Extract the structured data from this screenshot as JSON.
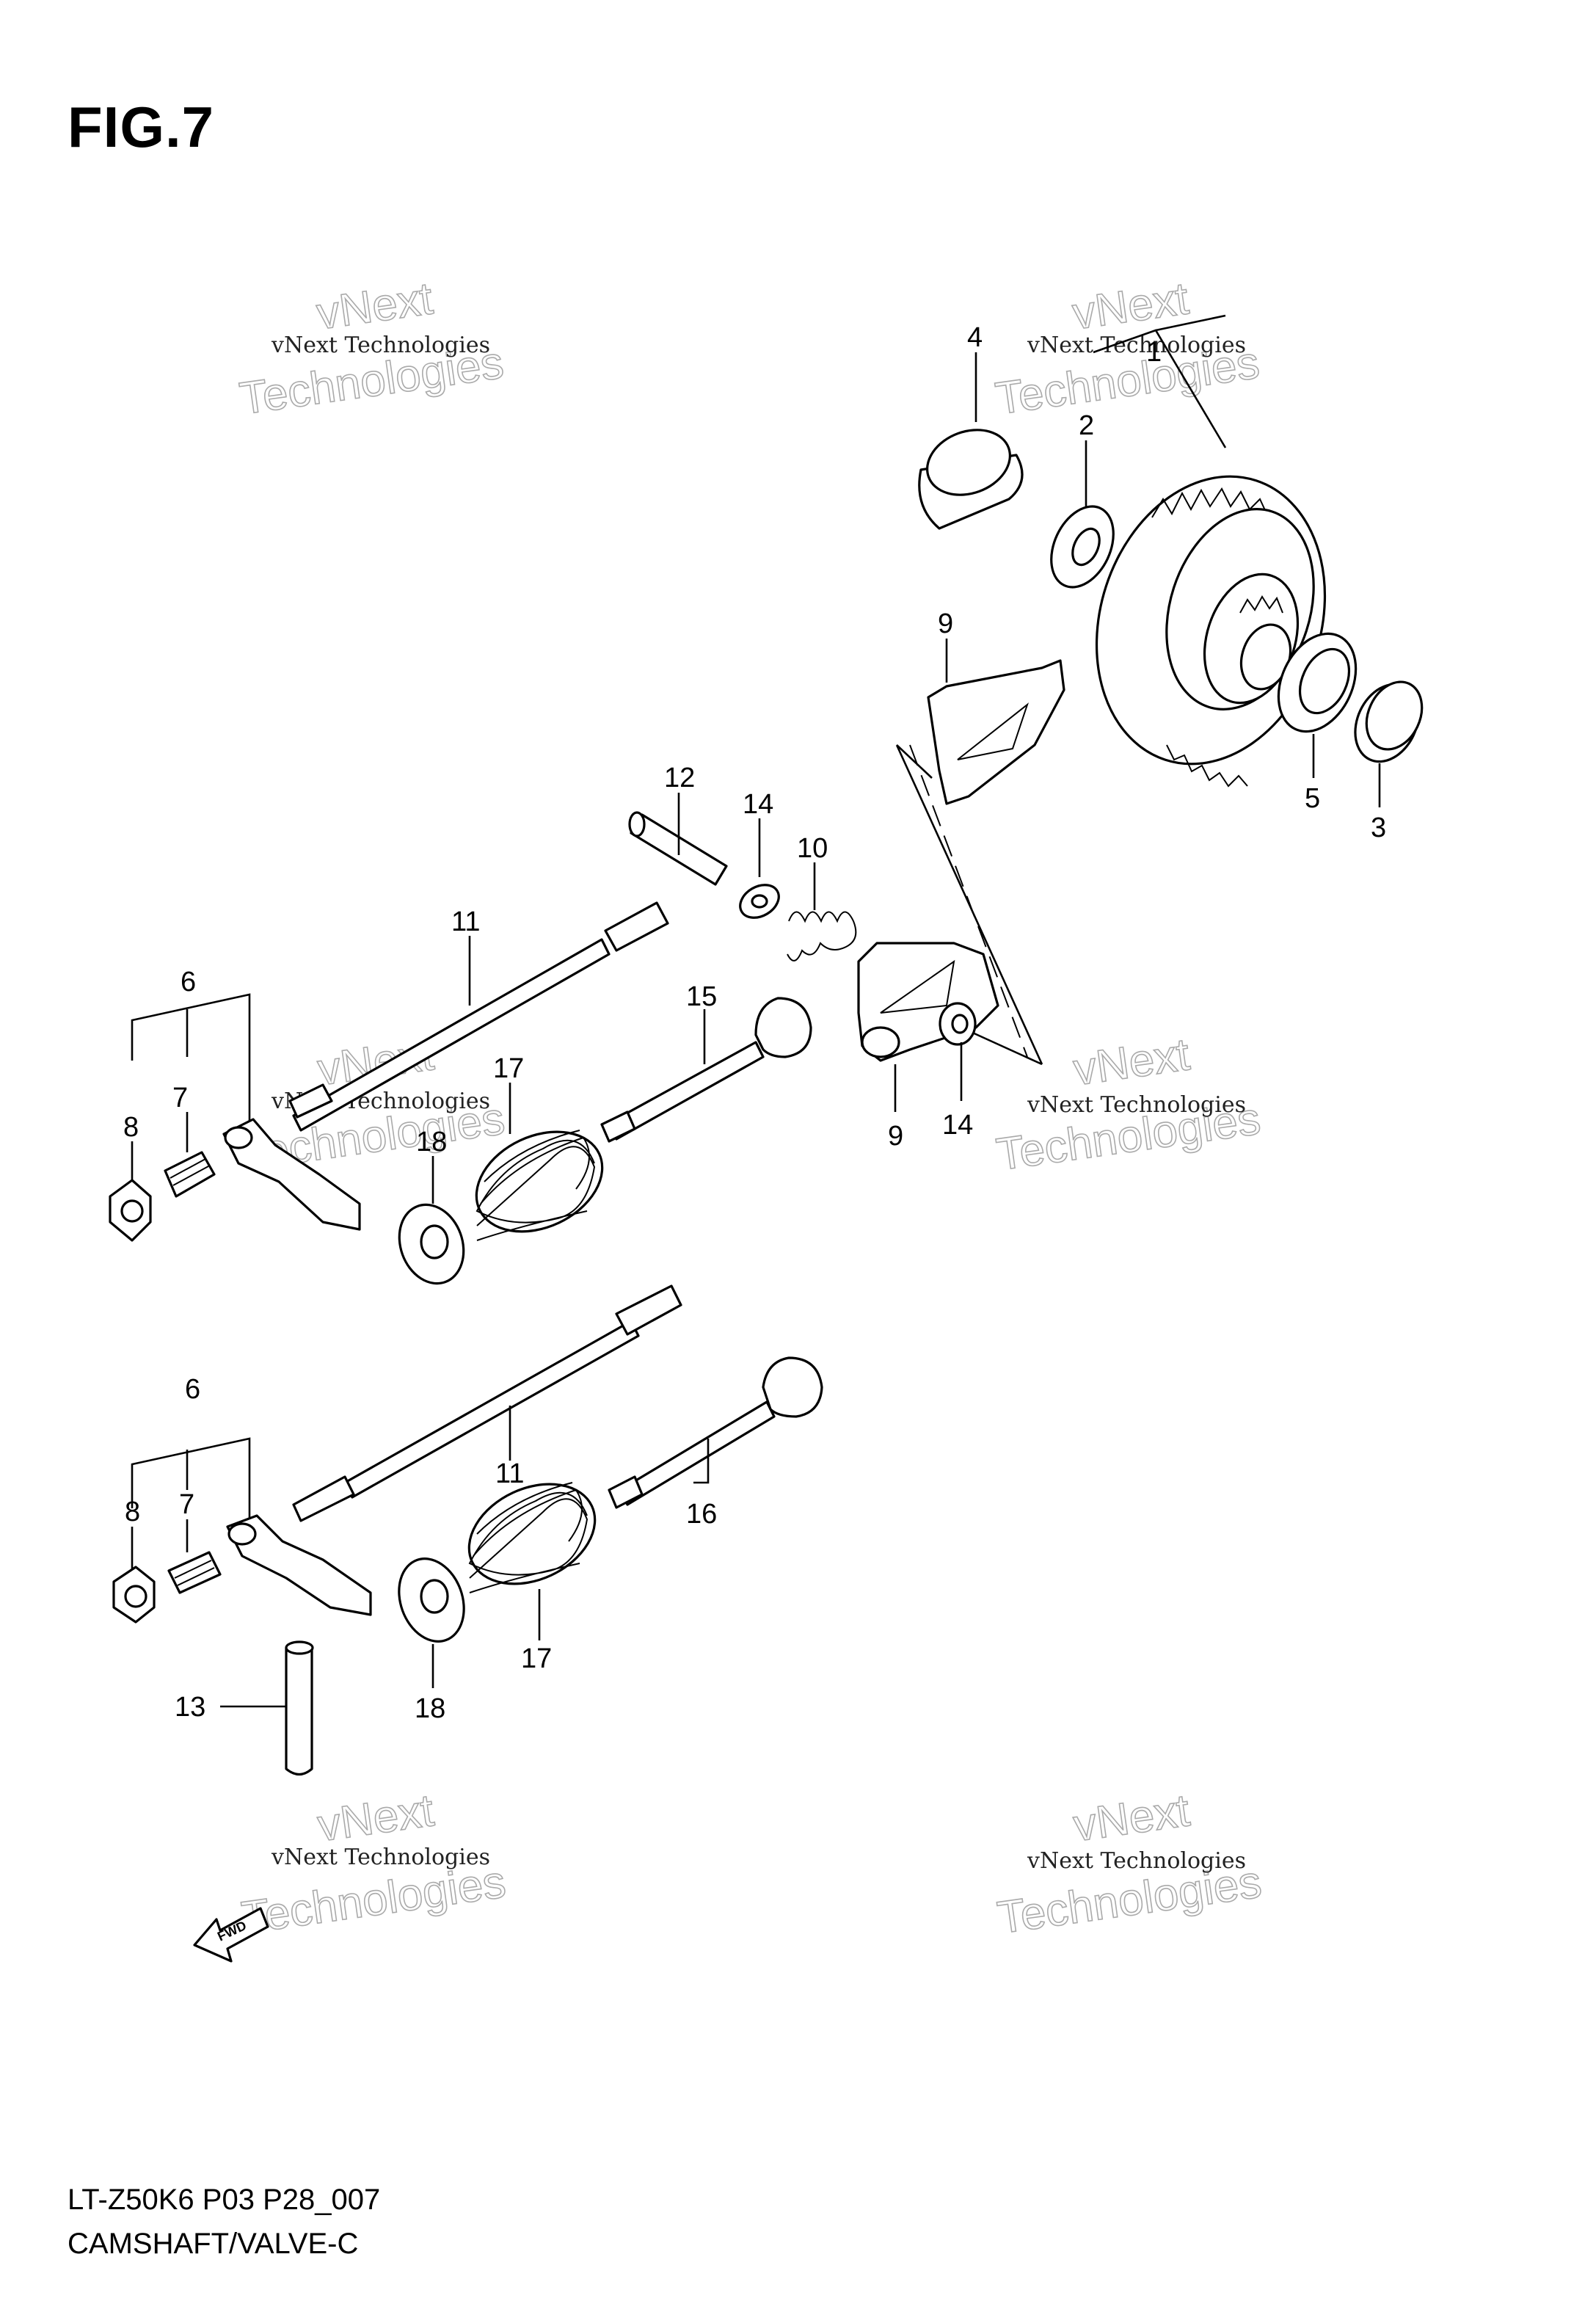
{
  "header": {
    "figure_label": "FIG.7"
  },
  "footer": {
    "model_code": "LT-Z50K6 P03 P28_007",
    "section_title": "CAMSHAFT/VALVE-C"
  },
  "watermark": {
    "line1": "vNext Technologies",
    "line2": "vNext",
    "line3": "Technologies"
  },
  "fwd_label": "FWD",
  "callouts": {
    "c1": "1",
    "c2": "2",
    "c3": "3",
    "c4": "4",
    "c5": "5",
    "c6a": "6",
    "c7a": "7",
    "c8a": "8",
    "c9a": "9",
    "c9b": "9",
    "c10": "10",
    "c11a": "11",
    "c11b": "11",
    "c12": "12",
    "c13": "13",
    "c14a": "14",
    "c14b": "14",
    "c15": "15",
    "c16": "16",
    "c17a": "17",
    "c17b": "17",
    "c18a": "18",
    "c18b": "18",
    "c6b": "6",
    "c7b": "7",
    "c8b": "8"
  }
}
